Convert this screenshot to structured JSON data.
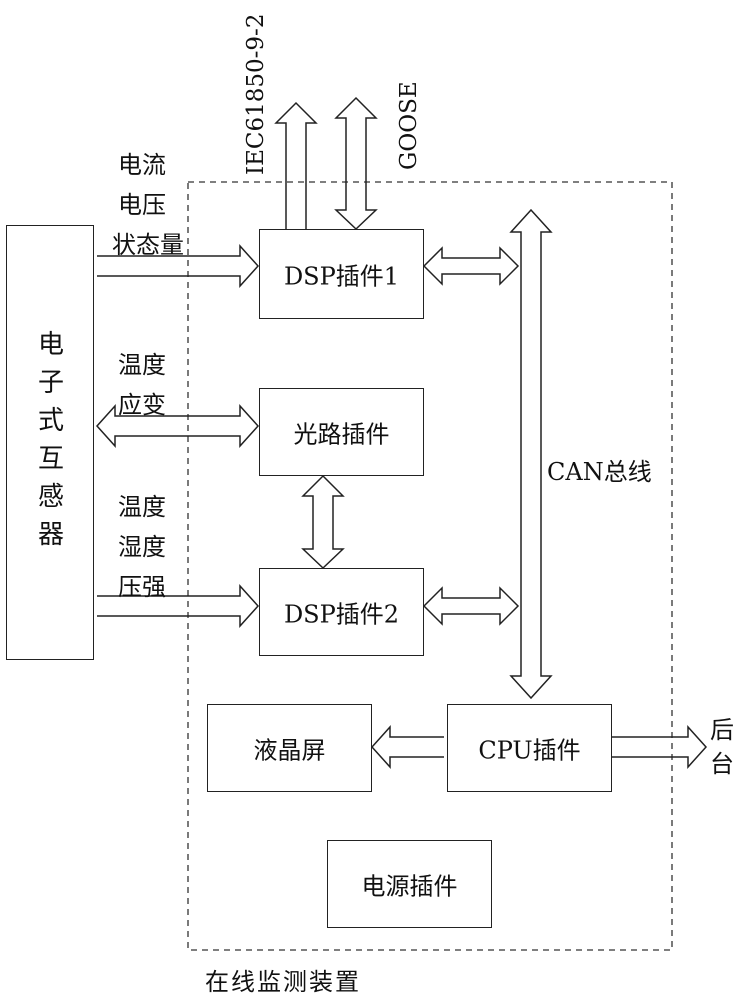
{
  "device": {
    "title": "在线监测装置",
    "transformer_label": [
      "电",
      "子",
      "式",
      "互",
      "感",
      "器"
    ]
  },
  "modules": {
    "dsp1": "DSP插件1",
    "optical": "光路插件",
    "dsp2": "DSP插件2",
    "lcd": "液晶屏",
    "cpu": "CPU插件",
    "power": "电源插件"
  },
  "bus": {
    "label": "CAN总线"
  },
  "signals": {
    "dsp1_inputs": [
      "电流",
      "电压",
      "状态量"
    ],
    "optical_inputs": [
      "温度",
      "应变"
    ],
    "dsp2_inputs": [
      "温度",
      "湿度",
      "压强"
    ],
    "iec": "IEC61850-9-2",
    "goose": "GOOSE",
    "backend": [
      "后",
      "台"
    ]
  }
}
